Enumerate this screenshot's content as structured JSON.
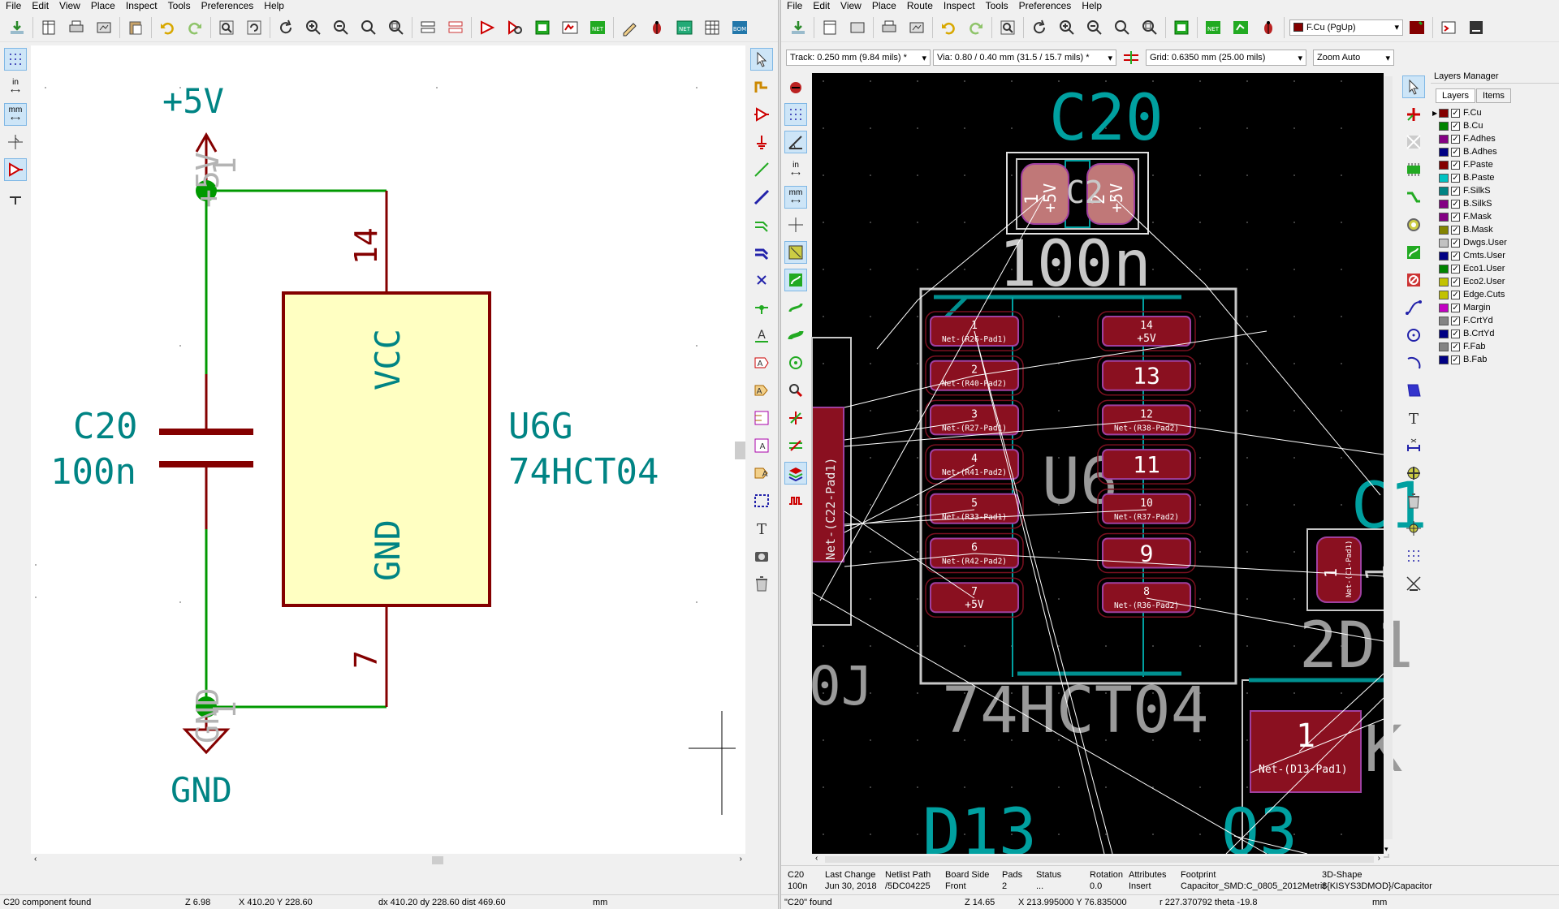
{
  "schematic": {
    "menu": [
      "File",
      "Edit",
      "View",
      "Place",
      "Inspect",
      "Tools",
      "Preferences",
      "Help"
    ],
    "labels": {
      "power_top": "+5V",
      "power_top_pin": "+5V",
      "power_top_pin_no": "1",
      "power_bottom": "GND",
      "power_bottom_pin": "GND",
      "power_bottom_pin_no": "1",
      "cap_ref": "C20",
      "cap_value": "100n",
      "ic_ref": "U6G",
      "ic_value": "74HCT04",
      "pin_vcc": "VCC",
      "pin_gnd": "GND",
      "pin14": "14",
      "pin7": "7",
      "units_in": "in",
      "units_mm": "mm",
      "bom": "BOM"
    },
    "status": {
      "msg": "C20 component found",
      "zoom": "Z 6.98",
      "xy": "X 410.20  Y 228.60",
      "dxy": "dx 410.20  dy 228.60  dist 469.60",
      "units": "mm"
    },
    "colors": {
      "wire": "#009900",
      "component": "#840000",
      "fill": "#ffffc2",
      "text": "#008484",
      "power_text": "#9a9a9a",
      "junction": "#009900"
    }
  },
  "pcb": {
    "menu": [
      "File",
      "Edit",
      "View",
      "Place",
      "Route",
      "Inspect",
      "Tools",
      "Preferences",
      "Help"
    ],
    "toolbar": {
      "layer_select": "F.Cu (PgUp)",
      "track": "Track: 0.250 mm (9.84 mils) *",
      "via": "Via: 0.80 / 0.40 mm (31.5 / 15.7 mils) *",
      "grid": "Grid: 0.6350 mm (25.00 mils)",
      "zoom": "Zoom Auto",
      "net_icon": "NET",
      "units_in": "in",
      "units_mm": "mm"
    },
    "board_text": {
      "c20_ref": "C20",
      "c20_val": "100n",
      "c20_pad1": "1",
      "c20_pad1_net": "+5V",
      "c20_pad2": "2",
      "c20_pad2_net": "+5V",
      "c20_center": "C2",
      "u6_ref": "U6",
      "u6_val": "74HCT04",
      "c22_net": "Net-(C22-Pad1)",
      "oj": "0J",
      "c1_partial": "C1",
      "c1_pad": "1",
      "c1_pad_net": "Net-(C1-Pad1)",
      "c1_pad2": "1",
      "d2_partial": "2D1",
      "d13_ref": "D13",
      "d13_pad": "1",
      "d13_pad_net": "Net-(D13-Pad1)",
      "q3_partial": "Q3",
      "k_partial": "K"
    },
    "u6_pads_left": [
      {
        "num": "1",
        "net": "Net-(R26-Pad1)"
      },
      {
        "num": "2",
        "net": "Net-(R40-Pad2)"
      },
      {
        "num": "3",
        "net": "Net-(R27-Pad1)"
      },
      {
        "num": "4",
        "net": "Net-(R41-Pad2)"
      },
      {
        "num": "5",
        "net": "Net-(R33-Pad1)"
      },
      {
        "num": "6",
        "net": "Net-(R42-Pad2)"
      },
      {
        "num": "7",
        "net": "+5V"
      }
    ],
    "u6_pads_right": [
      {
        "num": "14",
        "net": "+5V"
      },
      {
        "num": "13",
        "net": ""
      },
      {
        "num": "12",
        "net": "Net-(R38-Pad2)"
      },
      {
        "num": "11",
        "net": ""
      },
      {
        "num": "10",
        "net": "Net-(R37-Pad2)"
      },
      {
        "num": "9",
        "net": ""
      },
      {
        "num": "8",
        "net": "Net-(R36-Pad2)"
      }
    ],
    "layers_manager": {
      "title": "Layers Manager",
      "tabs": [
        "Layers",
        "Items"
      ],
      "layers": [
        {
          "name": "F.Cu",
          "color": "#840000"
        },
        {
          "name": "B.Cu",
          "color": "#008400"
        },
        {
          "name": "F.Adhes",
          "color": "#840084"
        },
        {
          "name": "B.Adhes",
          "color": "#000084"
        },
        {
          "name": "F.Paste",
          "color": "#840000"
        },
        {
          "name": "B.Paste",
          "color": "#00c2c2"
        },
        {
          "name": "F.SilkS",
          "color": "#008484"
        },
        {
          "name": "B.SilkS",
          "color": "#840084"
        },
        {
          "name": "F.Mask",
          "color": "#840084"
        },
        {
          "name": "B.Mask",
          "color": "#848400"
        },
        {
          "name": "Dwgs.User",
          "color": "#c2c2c2"
        },
        {
          "name": "Cmts.User",
          "color": "#000084"
        },
        {
          "name": "Eco1.User",
          "color": "#008400"
        },
        {
          "name": "Eco2.User",
          "color": "#c2c200"
        },
        {
          "name": "Edge.Cuts",
          "color": "#c2c200"
        },
        {
          "name": "Margin",
          "color": "#c200c2"
        },
        {
          "name": "F.CrtYd",
          "color": "#848484"
        },
        {
          "name": "B.CrtYd",
          "color": "#000084"
        },
        {
          "name": "F.Fab",
          "color": "#848484"
        },
        {
          "name": "B.Fab",
          "color": "#000084"
        }
      ]
    },
    "info": [
      {
        "label": "C20",
        "value": "100n"
      },
      {
        "label": "Last Change",
        "value": "Jun 30, 2018"
      },
      {
        "label": "Netlist Path",
        "value": "/5DC04225"
      },
      {
        "label": "Board Side",
        "value": "Front"
      },
      {
        "label": "Pads",
        "value": "2"
      },
      {
        "label": "Status",
        "value": "..."
      },
      {
        "label": "Rotation",
        "value": "0.0"
      },
      {
        "label": "Attributes",
        "value": "Insert"
      },
      {
        "label": "Footprint",
        "value": "Capacitor_SMD:C_0805_2012Metric"
      },
      {
        "label": "3D-Shape",
        "value": "${KISYS3DMOD}/Capacitor"
      }
    ],
    "status": {
      "msg": "\"C20\" found",
      "zoom": "Z 14.65",
      "xy": "X 213.995000  Y 76.835000",
      "r": "r 227.370792  theta -19.8",
      "units": "mm"
    },
    "colors": {
      "background": "#000000",
      "pad": "#a01020",
      "silk": "#00a0a0",
      "courtyard": "#c8c8c8",
      "fab": "#9a9a9a",
      "ratsnest": "#ffffff"
    }
  }
}
